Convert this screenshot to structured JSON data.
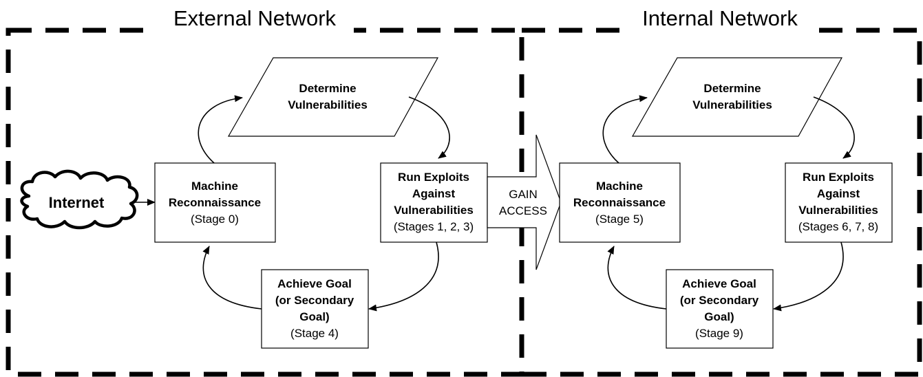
{
  "zones": {
    "external_title": "External Network",
    "internal_title": "Internal Network"
  },
  "internet": {
    "label": "Internet"
  },
  "external": {
    "determine": {
      "line1": "Determine",
      "line2": "Vulnerabilities"
    },
    "recon": {
      "line1": "Machine",
      "line2": "Reconnaissance",
      "stage": "(Stage 0)"
    },
    "exploit": {
      "line1": "Run Exploits",
      "line2": "Against",
      "line3": "Vulnerabilities",
      "stage": "(Stages 1, 2, 3)"
    },
    "goal": {
      "line1": "Achieve Goal",
      "line2": "(or Secondary",
      "line3": "Goal)",
      "stage": "(Stage 4)"
    }
  },
  "gain_access": {
    "line1": "GAIN",
    "line2": "ACCESS"
  },
  "internal": {
    "determine": {
      "line1": "Determine",
      "line2": "Vulnerabilities"
    },
    "recon": {
      "line1": "Machine",
      "line2": "Reconnaissance",
      "stage": "(Stage 5)"
    },
    "exploit": {
      "line1": "Run Exploits",
      "line2": "Against",
      "line3": "Vulnerabilities",
      "stage": "(Stages 6, 7, 8)"
    },
    "goal": {
      "line1": "Achieve Goal",
      "line2": "(or Secondary",
      "line3": "Goal)",
      "stage": "(Stage 9)"
    }
  }
}
